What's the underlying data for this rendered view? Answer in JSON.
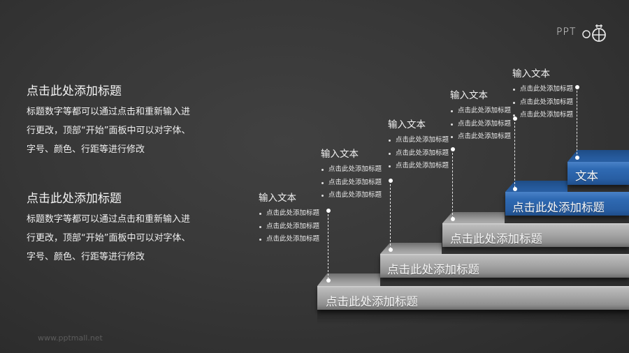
{
  "logo": {
    "text": "PPT",
    "icon": "stopwatch-icon"
  },
  "left_blocks": [
    {
      "title": "点击此处添加标题",
      "body_lines": [
        "标题数字等都可以通过点击和重新输入进",
        "行更改，顶部“开始”面板中可以对字体、",
        "字号、颜色、行距等进行修改"
      ]
    },
    {
      "title": "点击此处添加标题",
      "body_lines": [
        "标题数字等都可以通过点击和重新输入进",
        "行更改，顶部“开始”面板中可以对字体、",
        "字号、颜色、行距等进行修改"
      ]
    }
  ],
  "callouts": [
    {
      "title": "输入文本",
      "items": [
        "点击此处添加标题",
        "点击此处添加标题",
        "点击此处添加标题"
      ]
    },
    {
      "title": "输入文本",
      "items": [
        "点击此处添加标题",
        "点击此处添加标题",
        "点击此处添加标题"
      ]
    },
    {
      "title": "输入文本",
      "items": [
        "点击此处添加标题",
        "点击此处添加标题",
        "点击此处添加标题"
      ]
    },
    {
      "title": "输入文本",
      "items": [
        "点击此处添加标题",
        "点击此处添加标题",
        "点击此处添加标题"
      ]
    },
    {
      "title": "输入文本",
      "items": [
        "点击此处添加标题",
        "点击此处添加标题",
        "点击此处添加标题"
      ]
    }
  ],
  "steps": [
    {
      "label": "点击此处添加标题",
      "color": "#a6a6a6"
    },
    {
      "label": "点击此处添加标题",
      "color": "#a6a6a6"
    },
    {
      "label": "点击此处添加标题",
      "color": "#a6a6a6"
    },
    {
      "label": "点击此处添加标题",
      "color": "#2f6ab3"
    },
    {
      "label": "文本",
      "color": "#2f6ab3"
    }
  ],
  "footer": {
    "text": "www.pptmall.net"
  }
}
